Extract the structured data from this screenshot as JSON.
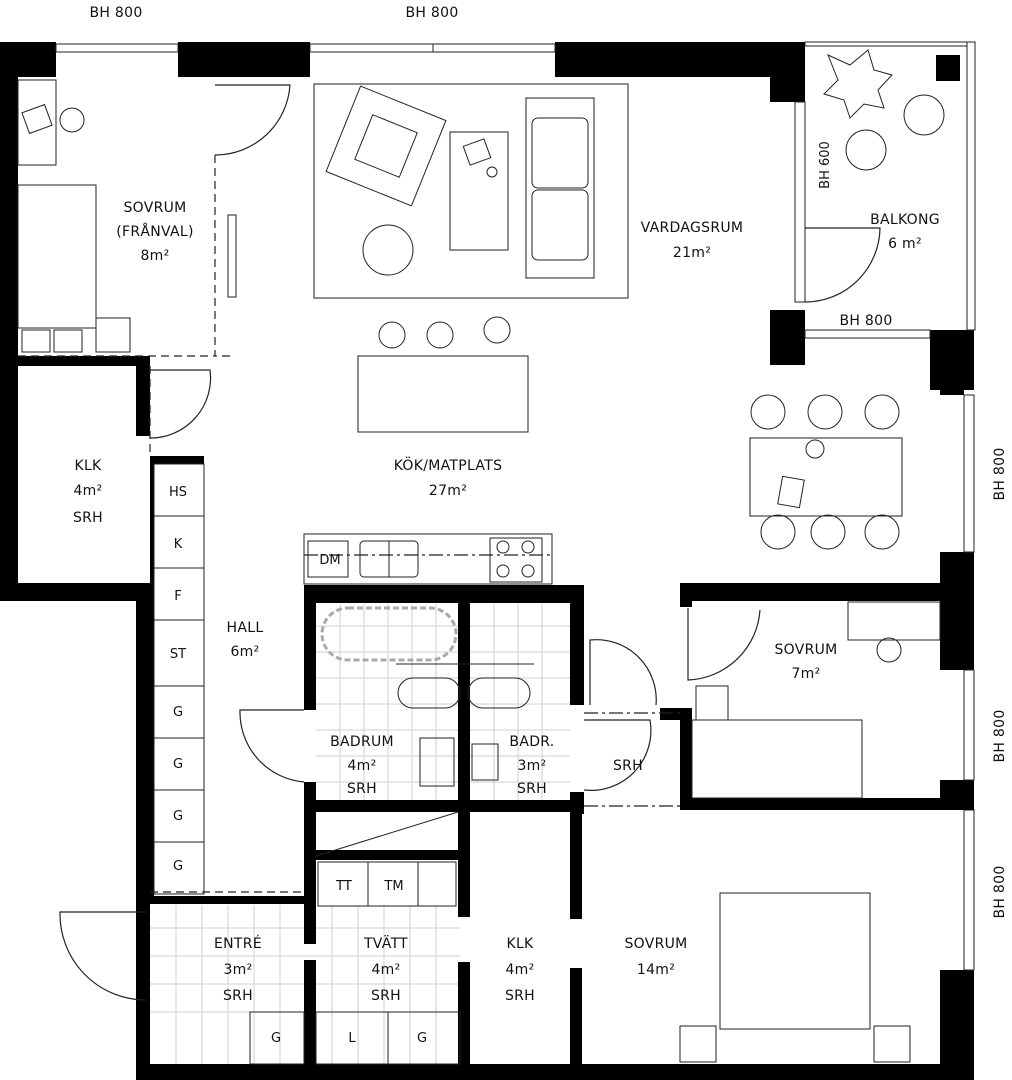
{
  "annotations": {
    "bh_top_left": "BH 800",
    "bh_top_mid": "BH 800",
    "bh_balcony_vertical": "BH 600",
    "bh_balcony": "BH 800",
    "bh_right_1": "BH 800",
    "bh_right_2": "BH 800",
    "bh_right_3": "BH 800"
  },
  "rooms": {
    "sovrum_franval": {
      "name": "SOVRUM",
      "sub": "(FRÅNVAL)",
      "area": "8m²"
    },
    "vardagsrum": {
      "name": "VARDAGSRUM",
      "area": "21m²"
    },
    "balkong": {
      "name": "BALKONG",
      "area": "6 m²"
    },
    "klk_left": {
      "name": "KLK",
      "area": "4m²",
      "note": "SRH"
    },
    "kok": {
      "name": "KÖK/MATPLATS",
      "area": "27m²"
    },
    "hall": {
      "name": "HALL",
      "area": "6m²"
    },
    "badrum": {
      "name": "BADRUM",
      "area": "4m²",
      "note": "SRH"
    },
    "badr": {
      "name": "BADR.",
      "area": "3m²",
      "note": "SRH"
    },
    "srh_closet": {
      "name": "SRH"
    },
    "sovrum_7": {
      "name": "SOVRUM",
      "area": "7m²"
    },
    "entre": {
      "name": "ENTRÉ",
      "area": "3m²",
      "note": "SRH"
    },
    "tvatt": {
      "name": "TVÄTT",
      "area": "4m²",
      "note": "SRH"
    },
    "klk_lower": {
      "name": "KLK",
      "area": "4m²",
      "note": "SRH"
    },
    "sovrum_14": {
      "name": "SOVRUM",
      "area": "14m²"
    }
  },
  "cabinets": [
    "HS",
    "K",
    "F",
    "ST",
    "G",
    "G",
    "G",
    "G"
  ],
  "fixtures": {
    "dishwasher": "DM",
    "dryer": "TT",
    "washer": "TM"
  },
  "bottom_cabinets": [
    "G",
    "L",
    "G"
  ]
}
